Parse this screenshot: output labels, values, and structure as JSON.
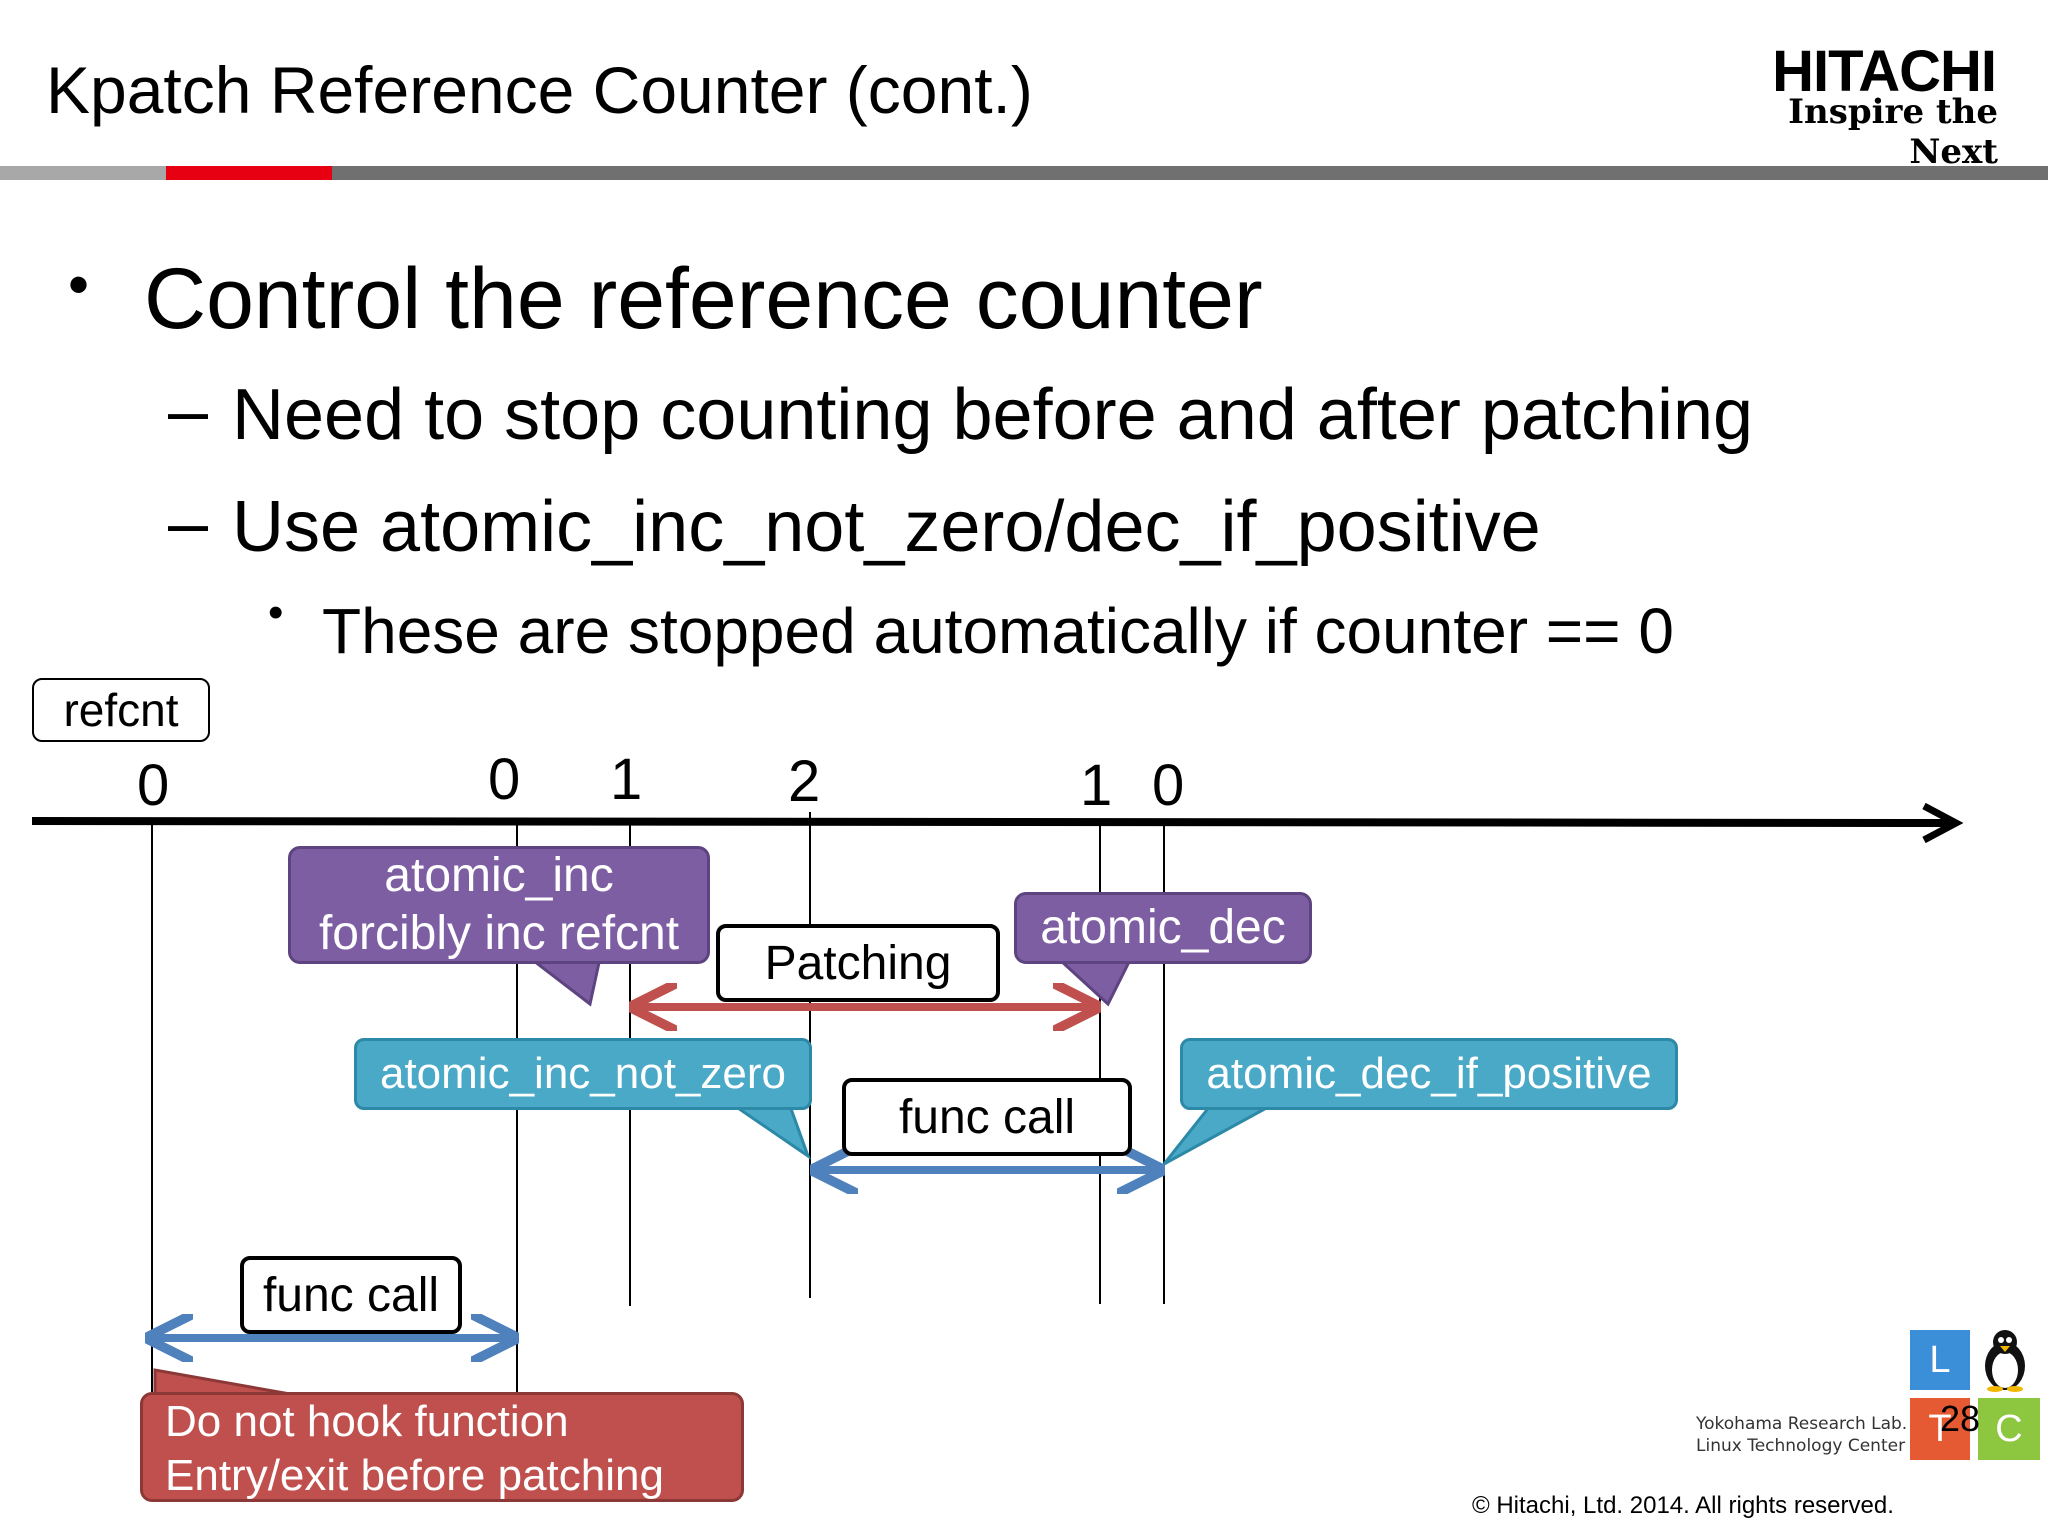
{
  "header": {
    "title": "Kpatch Reference Counter (cont.)",
    "brand_name": "HITACHI",
    "brand_tagline": "Inspire the Next"
  },
  "content": {
    "bullet": "Control the reference counter",
    "sub_items": [
      "Need to stop counting before and after patching",
      "Use atomic_inc_not_zero/dec_if_positive"
    ],
    "sub_sub_item": "These are stopped automatically if counter == 0"
  },
  "diagram": {
    "refcnt_label": "refcnt",
    "tick_labels": [
      "0",
      "0",
      "1",
      "2",
      "1",
      "0"
    ],
    "atomic_inc_line1": "atomic_inc",
    "atomic_inc_line2": "forcibly inc refcnt",
    "atomic_dec": "atomic_dec",
    "patching": "Patching",
    "atomic_inc_not_zero": "atomic_inc_not_zero",
    "func_call_upper": "func call",
    "atomic_dec_if_positive": "atomic_dec_if_positive",
    "func_call_lower": "func call",
    "note_line1": "Do not hook function",
    "note_line2": "Entry/exit before patching"
  },
  "footer": {
    "lab_line1": "Yokohama Research Lab.",
    "lab_line2": "Linux Technology Center",
    "ltc_letters": [
      "L",
      "T",
      "C"
    ],
    "page_number": "28",
    "copyright": "© Hitachi, Ltd. 2014. All rights reserved."
  },
  "colors": {
    "accent_red": "#e60012",
    "purple": "#7e5ea3",
    "teal": "#4aa9c7",
    "note_red": "#c0504d",
    "arrow_red": "#c0504d",
    "arrow_blue": "#4f81bd"
  }
}
